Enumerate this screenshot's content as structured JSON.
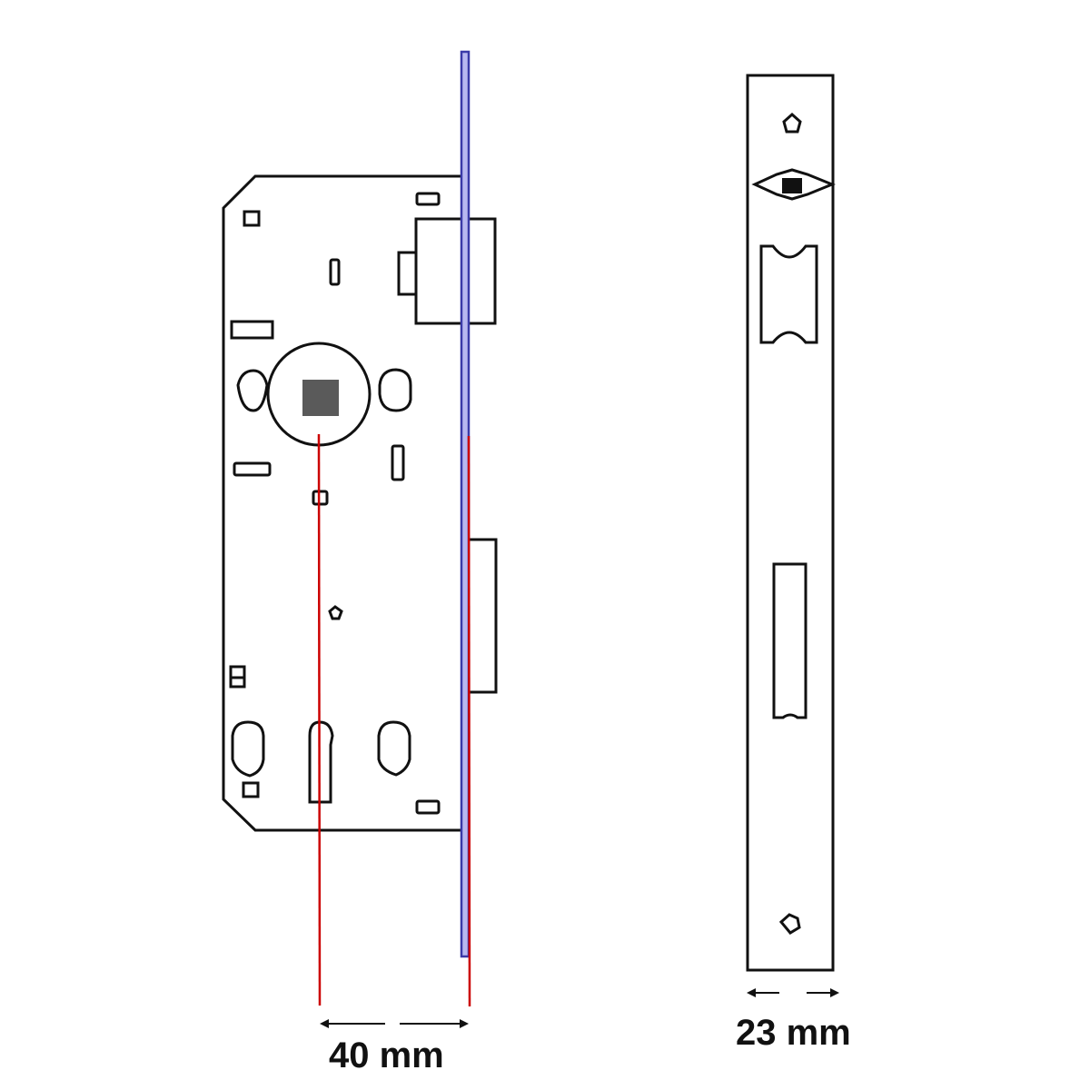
{
  "diagram": {
    "subject": "Mortise lock body and faceplate technical drawing",
    "views": [
      {
        "name": "lock-body-side-view",
        "description": "Lock case with square follower hub, latch bolt, deadbolt, cylinder hole"
      },
      {
        "name": "faceplate-front-view",
        "description": "Front plate with screw holes, latch opening, deadbolt opening"
      }
    ],
    "dimensions": {
      "backset": {
        "value": 40,
        "unit": "mm",
        "label": "40 mm"
      },
      "faceplate_width": {
        "value": 23,
        "unit": "mm",
        "label": "23 mm"
      }
    },
    "colors": {
      "outline": "#111111",
      "faceplate_edge": "#3a3aa8",
      "faceplate_fill": "#b8b8f0",
      "measure_line": "#cc0000",
      "follower_hub": "#5a5a5a"
    }
  }
}
